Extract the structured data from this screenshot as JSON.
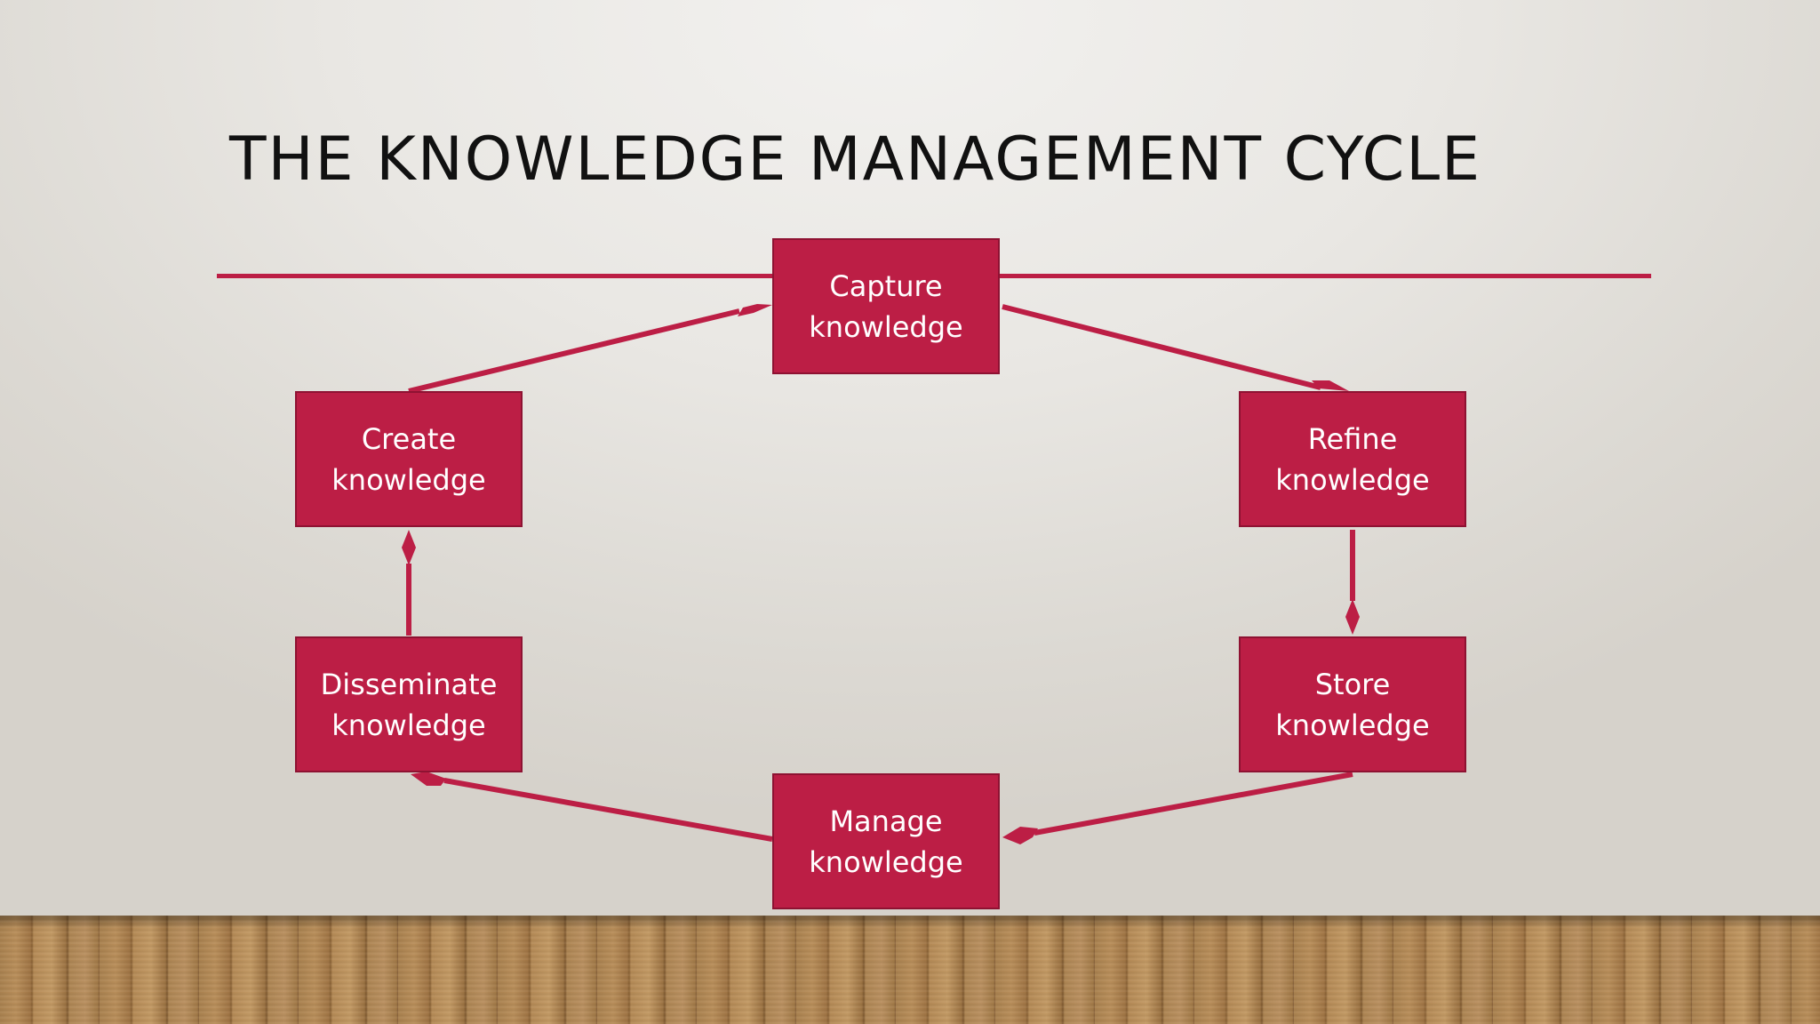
{
  "slide": {
    "title": "THE KNOWLEDGE MANAGEMENT CYCLE"
  },
  "colors": {
    "accent": "#bc1e45",
    "accent_border": "#8e1232",
    "title_text": "#111111",
    "node_text": "#ffffff"
  },
  "diagram": {
    "nodes": [
      {
        "id": "capture",
        "line1": "Capture",
        "line2": "knowledge"
      },
      {
        "id": "refine",
        "line1": "Refine",
        "line2": "knowledge"
      },
      {
        "id": "store",
        "line1": "Store",
        "line2": "knowledge"
      },
      {
        "id": "manage",
        "line1": "Manage",
        "line2": "knowledge"
      },
      {
        "id": "disseminate",
        "line1": "Disseminate",
        "line2": "knowledge"
      },
      {
        "id": "create",
        "line1": "Create",
        "line2": "knowledge"
      }
    ],
    "edges": [
      {
        "from": "capture",
        "to": "refine"
      },
      {
        "from": "refine",
        "to": "store"
      },
      {
        "from": "store",
        "to": "manage"
      },
      {
        "from": "manage",
        "to": "disseminate"
      },
      {
        "from": "disseminate",
        "to": "create"
      },
      {
        "from": "create",
        "to": "capture"
      }
    ]
  }
}
